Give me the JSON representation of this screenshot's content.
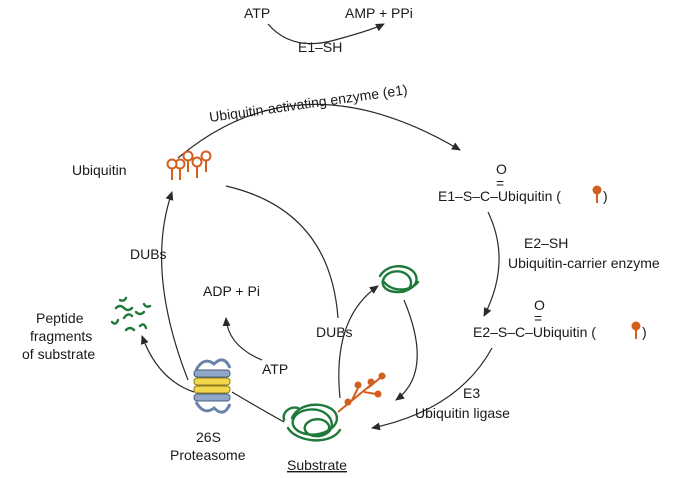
{
  "top_reaction": {
    "atp": "ATP",
    "amp_ppi": "AMP + PPi",
    "e1_sh": "E1–SH"
  },
  "arc_label": "Ubiquitin-activating enzyme (e1)",
  "ubiquitin": "Ubiquitin",
  "e1_thioester": {
    "o": "O",
    "double_bond": "=",
    "formula": "E1–S–C–Ubiquitin (",
    "close_paren": ")"
  },
  "e2": {
    "e2_sh": "E2–SH",
    "name": "Ubiquitin-carrier enzyme"
  },
  "e2_thioester": {
    "o": "O",
    "double_bond": "=",
    "formula": "E2–S–C–Ubiquitin (",
    "close_paren": ")"
  },
  "e3": {
    "e3": "E3",
    "name": "Ubiquitin ligase"
  },
  "substrate": "Substrate",
  "dubs_left": "DUBs",
  "dubs_center": "DUBs",
  "adp_pi": "ADP + Pi",
  "atp_lower": "ATP",
  "peptides": [
    "Peptide",
    "fragments",
    "of substrate"
  ],
  "proteasome": [
    "26S",
    "Proteasome"
  ],
  "colors": {
    "ubiquitin": "#d35f1f",
    "substrate": "#1e7a3a",
    "proteasome_blue": "#8fa6c8",
    "proteasome_yellow": "#f2d64b"
  }
}
